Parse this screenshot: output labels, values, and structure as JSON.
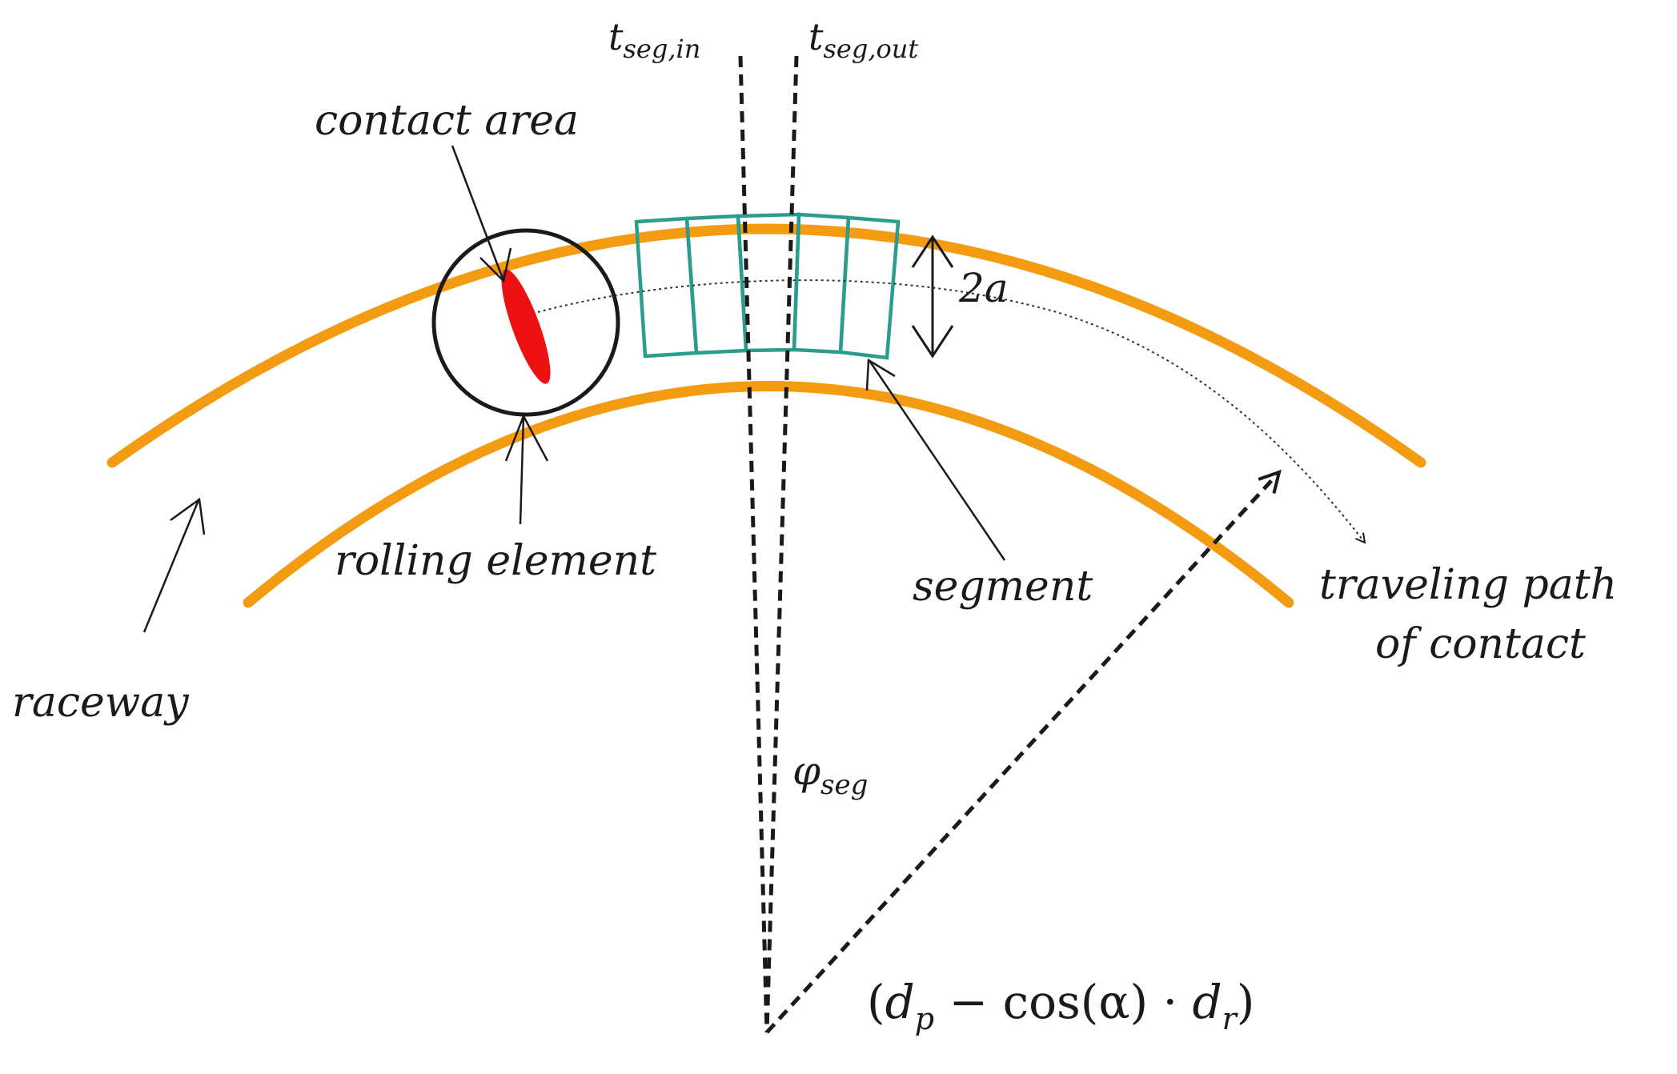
{
  "labels": {
    "t_in_main": "t",
    "t_in_sub": "seg,in",
    "t_out_main": "t",
    "t_out_sub": "seg,out",
    "contact_area": "contact area",
    "two_a": "2a",
    "rolling_element": "rolling element",
    "segment": "segment",
    "traveling_path_line1": "traveling path",
    "traveling_path_line2": "of contact",
    "raceway": "raceway",
    "phi_main": "φ",
    "phi_sub": "seg",
    "formula_open": "(",
    "formula_d": "d",
    "formula_p": "p",
    "formula_mid": " − cos(α) · ",
    "formula_d2": "d",
    "formula_r": "r",
    "formula_close": ")"
  },
  "colors": {
    "raceway": "#f39c12",
    "segment": "#2a9d8f",
    "contact_ellipse": "#ee1111",
    "ink": "#1a1a1a"
  }
}
